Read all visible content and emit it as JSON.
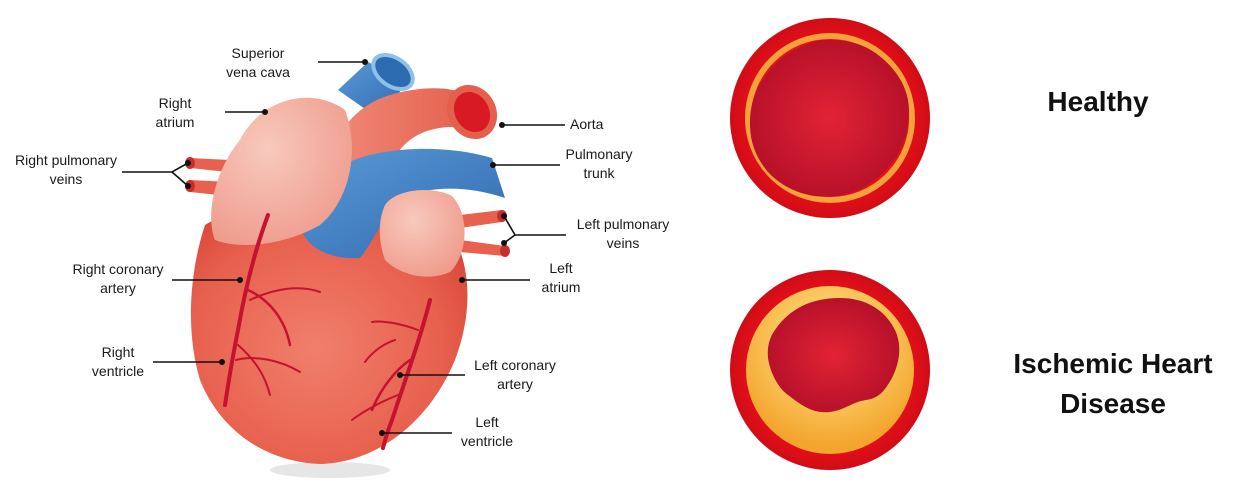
{
  "colors": {
    "heart_body": "#e8604e",
    "heart_light": "#f09a8a",
    "atrium_pink": "#f3b3a6",
    "vessel_blue": "#3f7fc6",
    "coronary_red": "#c4122f",
    "artery_wall": "#e0141c",
    "artery_lumen": "#c7142a",
    "plaque_yellow": "#f7b13a"
  },
  "heart_labels": {
    "superior_vena_cava": [
      "Superior",
      "vena cava"
    ],
    "right_atrium": [
      "Right",
      "atrium"
    ],
    "right_pulmonary_veins": [
      "Right pulmonary",
      "veins"
    ],
    "aorta": [
      "Aorta"
    ],
    "pulmonary_trunk": [
      "Pulmonary",
      "trunk"
    ],
    "left_pulmonary_veins": [
      "Left pulmonary",
      "veins"
    ],
    "right_coronary_artery": [
      "Right coronary",
      "artery"
    ],
    "left_atrium": [
      "Left",
      "atrium"
    ],
    "right_ventricle": [
      "Right",
      "ventricle"
    ],
    "left_coronary_artery": [
      "Left coronary",
      "artery"
    ],
    "left_ventricle": [
      "Left",
      "ventricle"
    ]
  },
  "artery_labels": {
    "healthy": [
      "Healthy"
    ],
    "ischemic": [
      "Ischemic Heart",
      "Disease"
    ]
  }
}
